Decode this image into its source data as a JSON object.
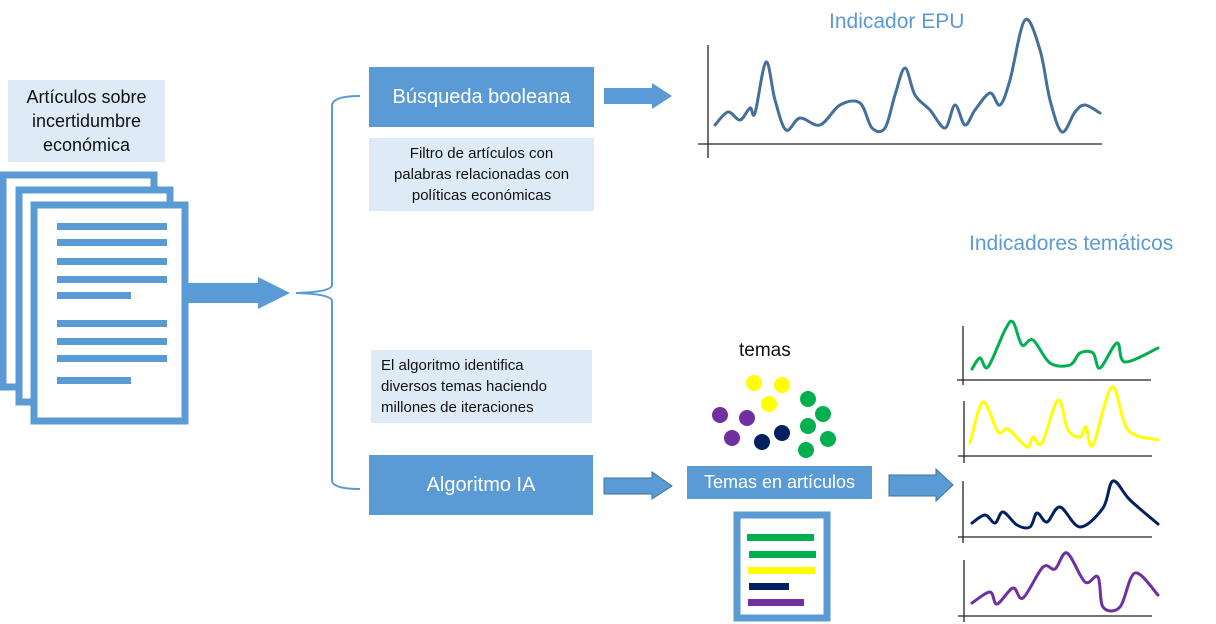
{
  "source_label": "Artículos sobre incertidumbre económica",
  "boolean_search": {
    "label": "Búsqueda booleana",
    "description": "Filtro de artículos con palabras relacionadas con políticas económicas"
  },
  "epu_title": "Indicador EPU",
  "ai_branch": {
    "description": "El algoritmo identifica diversos temas haciendo millones de iteraciones",
    "label": "Algoritmo IA",
    "topics_label": "temas",
    "topics_in_articles": "Temas en artículos"
  },
  "thematic_title": "Indicadores temáticos",
  "colors": {
    "accent": "#5b9bd5",
    "light": "#deebf7",
    "epu_line": "#44709a",
    "green": "#00b050",
    "yellow": "#ffff00",
    "navy": "#002060",
    "purple": "#7030a0"
  }
}
